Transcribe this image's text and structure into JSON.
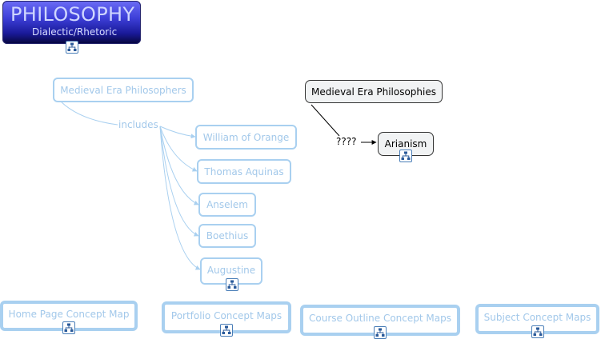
{
  "header": {
    "title": "PHILOSOPHY",
    "subtitle": "Dialectic/Rhetoric"
  },
  "left_map": {
    "root": "Medieval Era Philosophers",
    "linking_phrase": "includes",
    "children": [
      "William of Orange",
      "Thomas Aquinas",
      "Anselem",
      "Boethius",
      "Augustine"
    ]
  },
  "right_map": {
    "root": "Medieval Era Philosophies",
    "linking_phrase": "????",
    "child": "Arianism"
  },
  "footer": {
    "links": [
      "Home Page Concept Map",
      "Portfolio Concept Maps",
      "Course Outline Concept Maps",
      "Subject Concept Maps"
    ]
  },
  "colors": {
    "light_link": "#a9d0f0",
    "light_text": "#a2c8ea",
    "dark_text": "#000000",
    "title_gradient_top": "#6b6cf5",
    "title_gradient_bottom": "#06063a"
  },
  "icons": {
    "concept_map": "concept-map-icon"
  }
}
